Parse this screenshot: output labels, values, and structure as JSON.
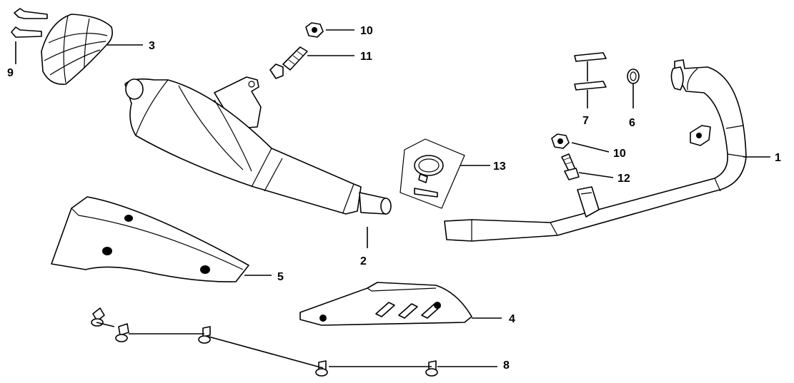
{
  "diagram": {
    "colors": {
      "line": "#000000",
      "background": "#ffffff"
    },
    "callouts": [
      {
        "id": "1",
        "label": "1"
      },
      {
        "id": "2",
        "label": "2"
      },
      {
        "id": "3",
        "label": "3"
      },
      {
        "id": "4",
        "label": "4"
      },
      {
        "id": "5",
        "label": "5"
      },
      {
        "id": "6",
        "label": "6"
      },
      {
        "id": "7",
        "label": "7"
      },
      {
        "id": "8",
        "label": "8"
      },
      {
        "id": "9",
        "label": "9"
      },
      {
        "id": "10a",
        "label": "10"
      },
      {
        "id": "10b",
        "label": "10"
      },
      {
        "id": "11",
        "label": "11"
      },
      {
        "id": "12",
        "label": "12"
      },
      {
        "id": "13",
        "label": "13"
      }
    ]
  }
}
